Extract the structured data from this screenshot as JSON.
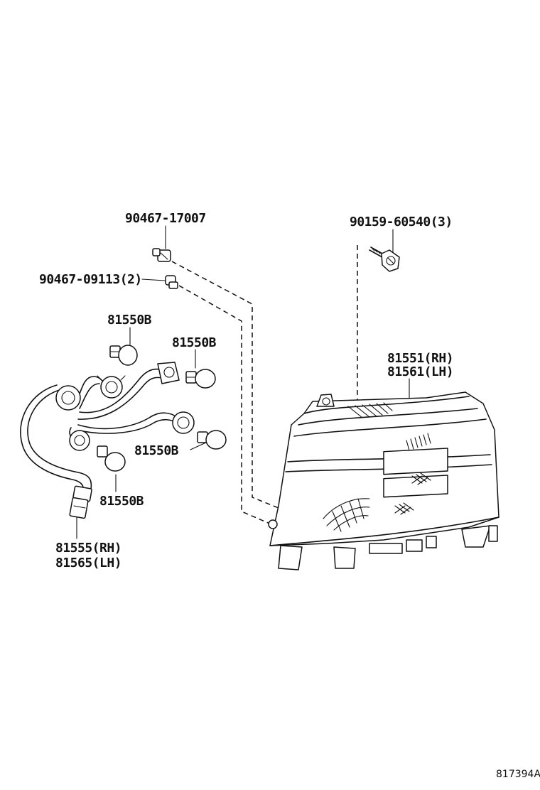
{
  "parts": {
    "clip_top": "90467-17007",
    "clip_lower": "90467-09113(2)",
    "screw": "90159-60540(3)",
    "bulb_upper_left": "81550B",
    "bulb_upper_right": "81550B",
    "bulb_mid_right": "81550B",
    "bulb_lower": "81550B",
    "lamp_rh": "81551(RH)",
    "lamp_lh": "81561(LH)",
    "harness_rh": "81555(RH)",
    "harness_lh": "81565(LH)"
  },
  "figure_id": "817394A"
}
